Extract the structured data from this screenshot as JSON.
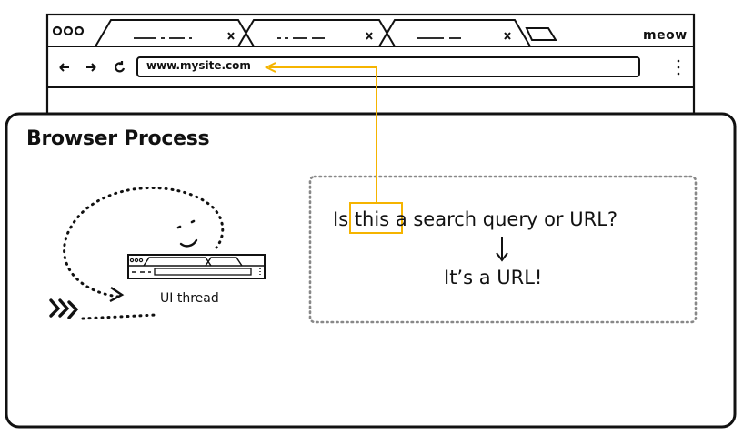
{
  "browser": {
    "address_bar": {
      "url": "www.mysite.com"
    },
    "profile_label": "meow",
    "tabs": [
      {
        "label": "—·—··",
        "close": "x"
      },
      {
        "label": "··—— —",
        "close": "x"
      },
      {
        "label": "——— —",
        "close": "x"
      }
    ],
    "nav": {
      "back": "←",
      "forward": "→",
      "reload": "⟳",
      "menu": "⋮"
    }
  },
  "process": {
    "title": "Browser Process",
    "thread_label": "UI thread",
    "question": {
      "before": "Is ",
      "highlight": "this",
      "after": " a search query or URL?"
    },
    "answer": "It’s a URL!"
  },
  "colors": {
    "accent": "#f5b400",
    "ink": "#111111",
    "dotted_box": "#888888"
  }
}
